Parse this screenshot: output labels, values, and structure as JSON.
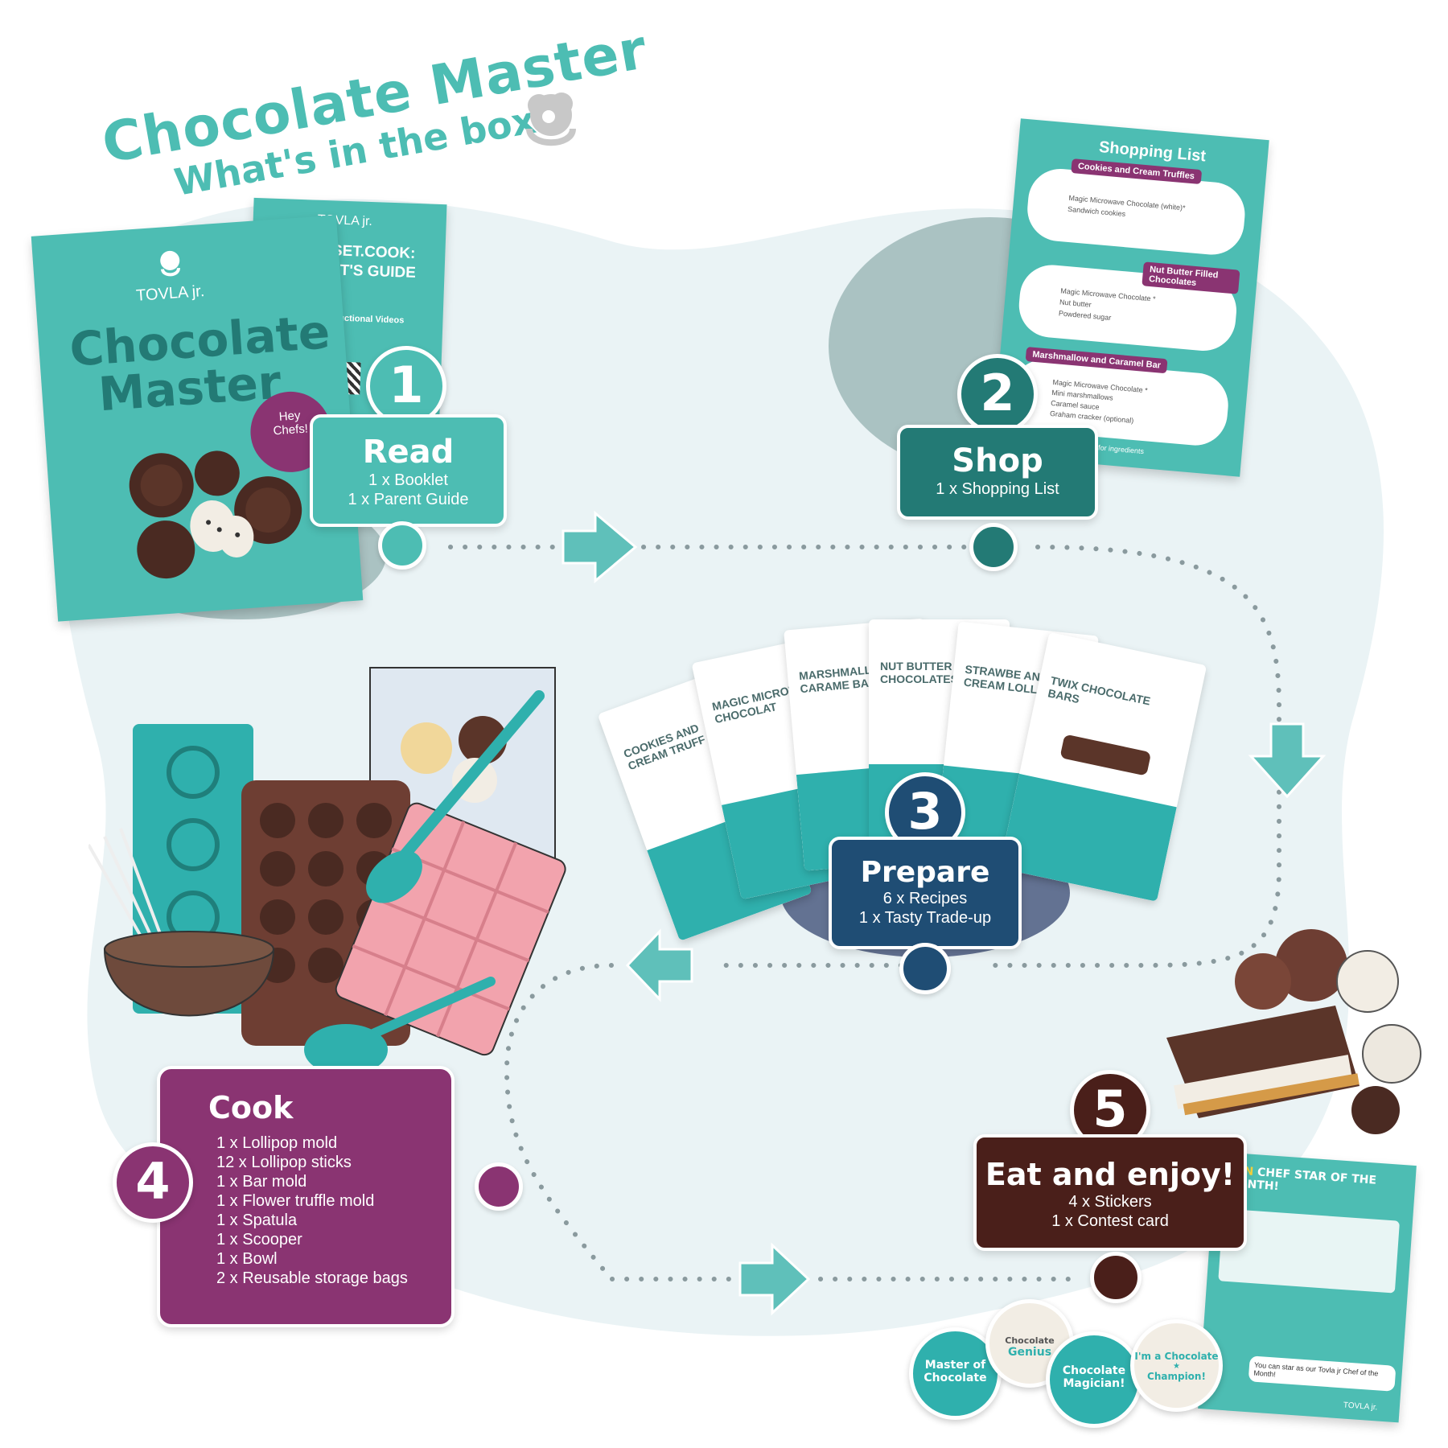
{
  "header": {
    "title": "Chocolate Master",
    "subtitle": "What's in the box?"
  },
  "colors": {
    "teal": "#4dbdb3",
    "dark_teal": "#237a75",
    "navy": "#1f4d74",
    "plum": "#8a3472",
    "brown": "#4a1f1a",
    "background_blob": "#eaf3f5"
  },
  "steps": [
    {
      "number": "1",
      "title": "Read",
      "items": [
        "1 x Booklet",
        "1 x Parent Guide"
      ]
    },
    {
      "number": "2",
      "title": "Shop",
      "items": [
        "1 x Shopping List"
      ]
    },
    {
      "number": "3",
      "title": "Prepare",
      "items": [
        "6 x Recipes",
        "1 x Tasty Trade-up"
      ]
    },
    {
      "number": "4",
      "title": "Cook",
      "items": [
        "1 x Lollipop mold",
        "12 x Lollipop sticks",
        "1 x Bar mold",
        "1 x Flower truffle mold",
        "1 x Spatula",
        "1 x Scooper",
        "1 x Bowl",
        "2 x Reusable storage bags"
      ]
    },
    {
      "number": "5",
      "title": "Eat and enjoy!",
      "items": [
        "4 x Stickers",
        "1 x Contest card"
      ]
    }
  ],
  "booklet": {
    "brand": "TOVLA jr.",
    "title_line1": "Chocolate",
    "title_line2": "Master",
    "badge_line1": "Hey",
    "badge_line2": "Chefs!"
  },
  "parent_guide": {
    "brand": "TOVLA jr.",
    "title_line1": "DY.SET.COOK:",
    "title_line2": "RENT'S GUIDE",
    "section": "nstructional Videos"
  },
  "shopping_list": {
    "title": "Shopping List",
    "sections": [
      {
        "tag": "Cookies and Cream Truffles",
        "items": [
          "Magic Microwave Chocolate (white)*",
          "Sandwich cookies"
        ]
      },
      {
        "tag": "Nut Butter Filled Chocolates",
        "items": [
          "Magic Microwave Chocolate *",
          "Nut butter",
          "Powdered sugar"
        ]
      },
      {
        "tag": "Marshmallow and Caramel Bar",
        "items": [
          "Magic Microwave Chocolate *",
          "Mini marshmallows",
          "Caramel sauce",
          "Graham cracker (optional)"
        ]
      }
    ],
    "footer": "ist for ingredients"
  },
  "recipe_cards": [
    "COOKIES AND CREAM TRUFF",
    "MAGIC MICROWAV CHOCOLAT",
    "MARSHMALLO AND CARAME BARS",
    "NUT BUTTER FILLED CHOCOLATES",
    "STRAWBE AND CREAM LOLLIPO",
    "TWIX CHOCOLATE BARS"
  ],
  "contest_card": {
    "title_win": "WIN",
    "title_rest": "CHEF STAR OF THE MONTH!",
    "footer": "You can star as our Tovla jr Chef of the Month!",
    "brand": "TOVLA jr."
  },
  "stickers": [
    {
      "line1": "Master of",
      "line2": "Chocolate"
    },
    {
      "line1": "Chocolate",
      "line2": "Genius"
    },
    {
      "line1": "Chocolate",
      "line2": "Magician!"
    },
    {
      "line1": "I'm a Chocolate",
      "line2": "Champion!"
    }
  ]
}
